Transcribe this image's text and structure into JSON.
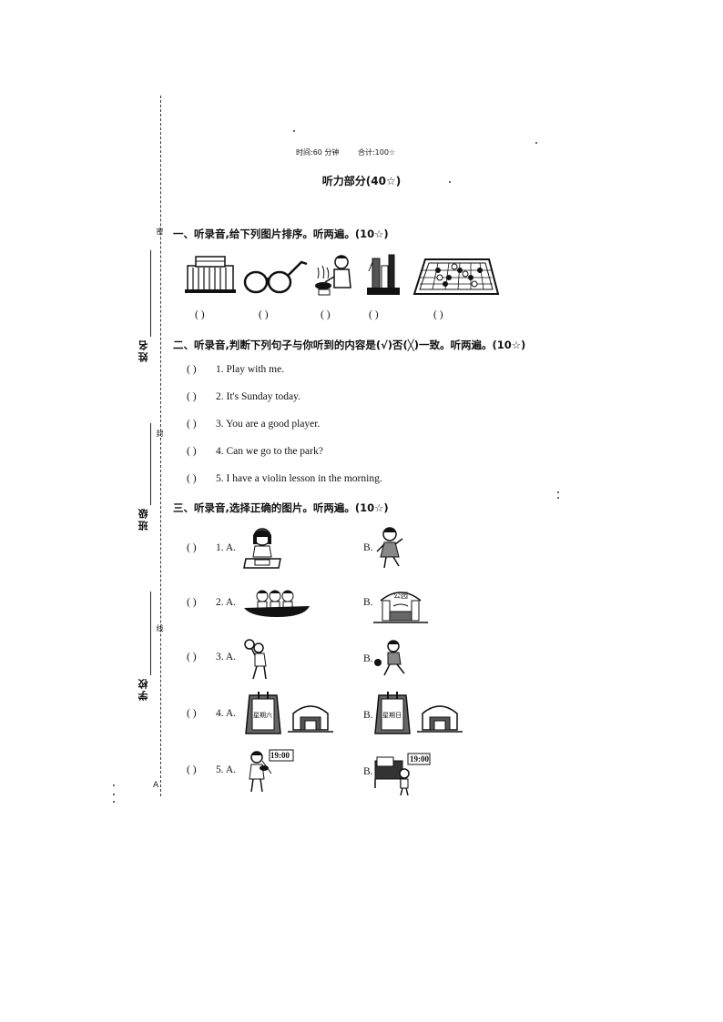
{
  "margin": {
    "name_label": "姓名",
    "class_label": "班级",
    "school_label": "学校",
    "seal_chars": [
      "密",
      "封",
      "线"
    ],
    "corner_mark": "A"
  },
  "header": {
    "time": "时间:60 分钟",
    "total": "合计:100☆",
    "title": "听力部分(40☆)"
  },
  "section1": {
    "heading": "一、听录音,给下列图片排序。听两遍。(10☆)",
    "pictures": [
      "building-icon",
      "glasses-icon",
      "cooking-icon",
      "city-icon",
      "chess-board-icon"
    ],
    "blanks": [
      "(    )",
      "(    )",
      "(    )",
      "(    )",
      "(    )"
    ]
  },
  "section2": {
    "heading": "二、听录音,判断下列句子与你听到的内容是(√)否(╳)一致。听两遍。(10☆)",
    "items": [
      {
        "paren": "(      )",
        "text": "1. Play with me."
      },
      {
        "paren": "(      )",
        "text": "2. It's Sunday today."
      },
      {
        "paren": "(      )",
        "text": "3. You are a good player."
      },
      {
        "paren": "(      )",
        "text": "4. Can we go to the park?"
      },
      {
        "paren": "(      )",
        "text": "5. I have a violin lesson in the morning."
      }
    ]
  },
  "section3": {
    "heading": "三、听录音,选择正确的图片。听两遍。(10☆)",
    "items": [
      {
        "paren": "(      )",
        "a_label": "1. A.",
        "b_label": "B."
      },
      {
        "paren": "(      )",
        "a_label": "2. A.",
        "b_label": "B."
      },
      {
        "paren": "(      )",
        "a_label": "3. A.",
        "b_label": "B."
      },
      {
        "paren": "(      )",
        "a_label": "4. A.",
        "b_label": "B."
      },
      {
        "paren": "(      )",
        "a_label": "5. A.",
        "b_label": "B."
      }
    ],
    "park_sign": "公园",
    "calendar_a": "星期六",
    "calendar_b": "星期日",
    "time_a": "19:00",
    "time_b": "19:00"
  }
}
